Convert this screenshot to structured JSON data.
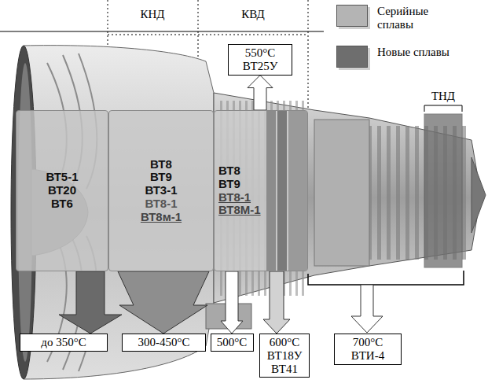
{
  "diagram": {
    "nodes": [
      {
        "text": [
          "ВТ5-1",
          "ВТ20",
          "ВТ6"
        ]
      },
      {
        "text": [
          "ВТ8",
          "ВТ9",
          "ВТ3-1",
          "ВТ8-1",
          "ВТ8м-1"
        ]
      },
      {
        "text": [
          "ВТ8",
          "ВТ9",
          "ВТ8-1",
          "ВТ8М-1"
        ]
      },
      {
        "text": [
          "550°C",
          "ВТ25У"
        ]
      },
      {
        "text": [
          "до 350°C"
        ]
      },
      {
        "text": [
          "300-450°C"
        ]
      },
      {
        "text": [
          "500°C"
        ]
      },
      {
        "text": [
          "600°C",
          "ВТ18У",
          "ВТ41"
        ]
      },
      {
        "text": [
          "700°C",
          "ВТИ-4"
        ]
      }
    ],
    "edges": [
      {
        "from": 0,
        "to": 4,
        "arrow": "to"
      },
      {
        "from": 1,
        "to": 5,
        "arrow": "to"
      },
      {
        "from": 2,
        "to": 6,
        "arrow": "to"
      },
      {
        "from": 2,
        "to": 7,
        "arrow": "to"
      },
      {
        "from": 2,
        "to": 3,
        "arrow": "to"
      }
    ],
    "labels": [
      "КНД",
      "КВД",
      "ТНД"
    ],
    "legend": [
      {
        "text": "Серийные сплавы",
        "color": "#b4b4b4"
      },
      {
        "text": "Новые сплавы",
        "color": "#6e6e6e"
      }
    ]
  }
}
